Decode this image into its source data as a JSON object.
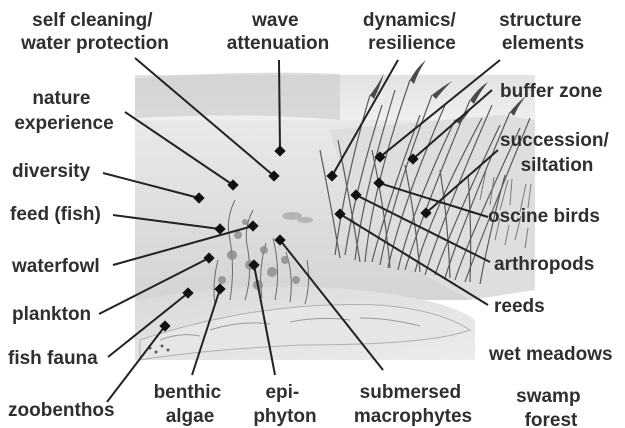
{
  "diagram": {
    "labels": {
      "self_cleaning": [
        "self cleaning/",
        "water protection"
      ],
      "wave": [
        "wave",
        "attenuation"
      ],
      "dynamics": [
        "dynamics/",
        "resilience"
      ],
      "structure": [
        "structure",
        "elements"
      ],
      "nature": [
        "nature",
        "experience"
      ],
      "buffer": "buffer zone",
      "succession": [
        "succession/",
        "siltation"
      ],
      "diversity": "diversity",
      "feed": "feed (fish)",
      "oscine": "oscine birds",
      "waterfowl": "waterfowl",
      "arthropods": "arthropods",
      "plankton": "plankton",
      "reeds": "reeds",
      "fish_fauna": "fish fauna",
      "wet_meadows": "wet meadows",
      "benthic": [
        "benthic",
        "algae"
      ],
      "epiphyton": [
        "epi-",
        "phyton"
      ],
      "submersed": [
        "submersed",
        "macrophytes"
      ],
      "swamp": [
        "swamp",
        "forest"
      ],
      "zoobenthos": "zoobenthos"
    }
  }
}
